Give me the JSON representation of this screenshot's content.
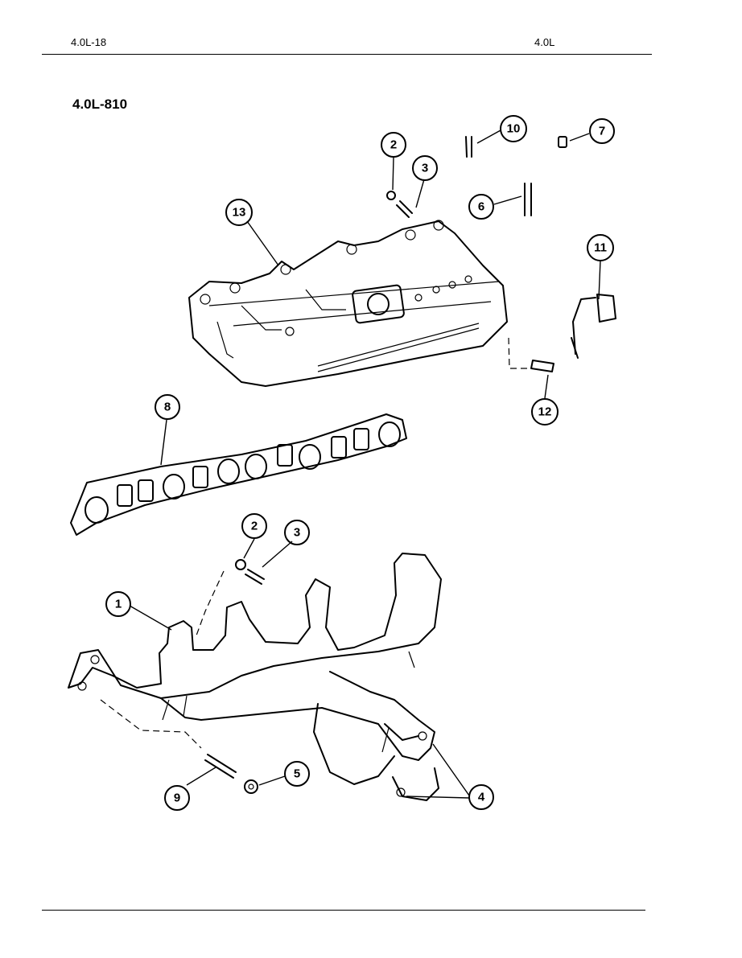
{
  "header": {
    "left": "4.0L-18",
    "right": "4.0L"
  },
  "figure": {
    "id": "4.0L-810"
  },
  "callouts": [
    "1",
    "2",
    "3",
    "4",
    "5",
    "6",
    "7",
    "8",
    "9",
    "10",
    "11",
    "12",
    "13"
  ]
}
